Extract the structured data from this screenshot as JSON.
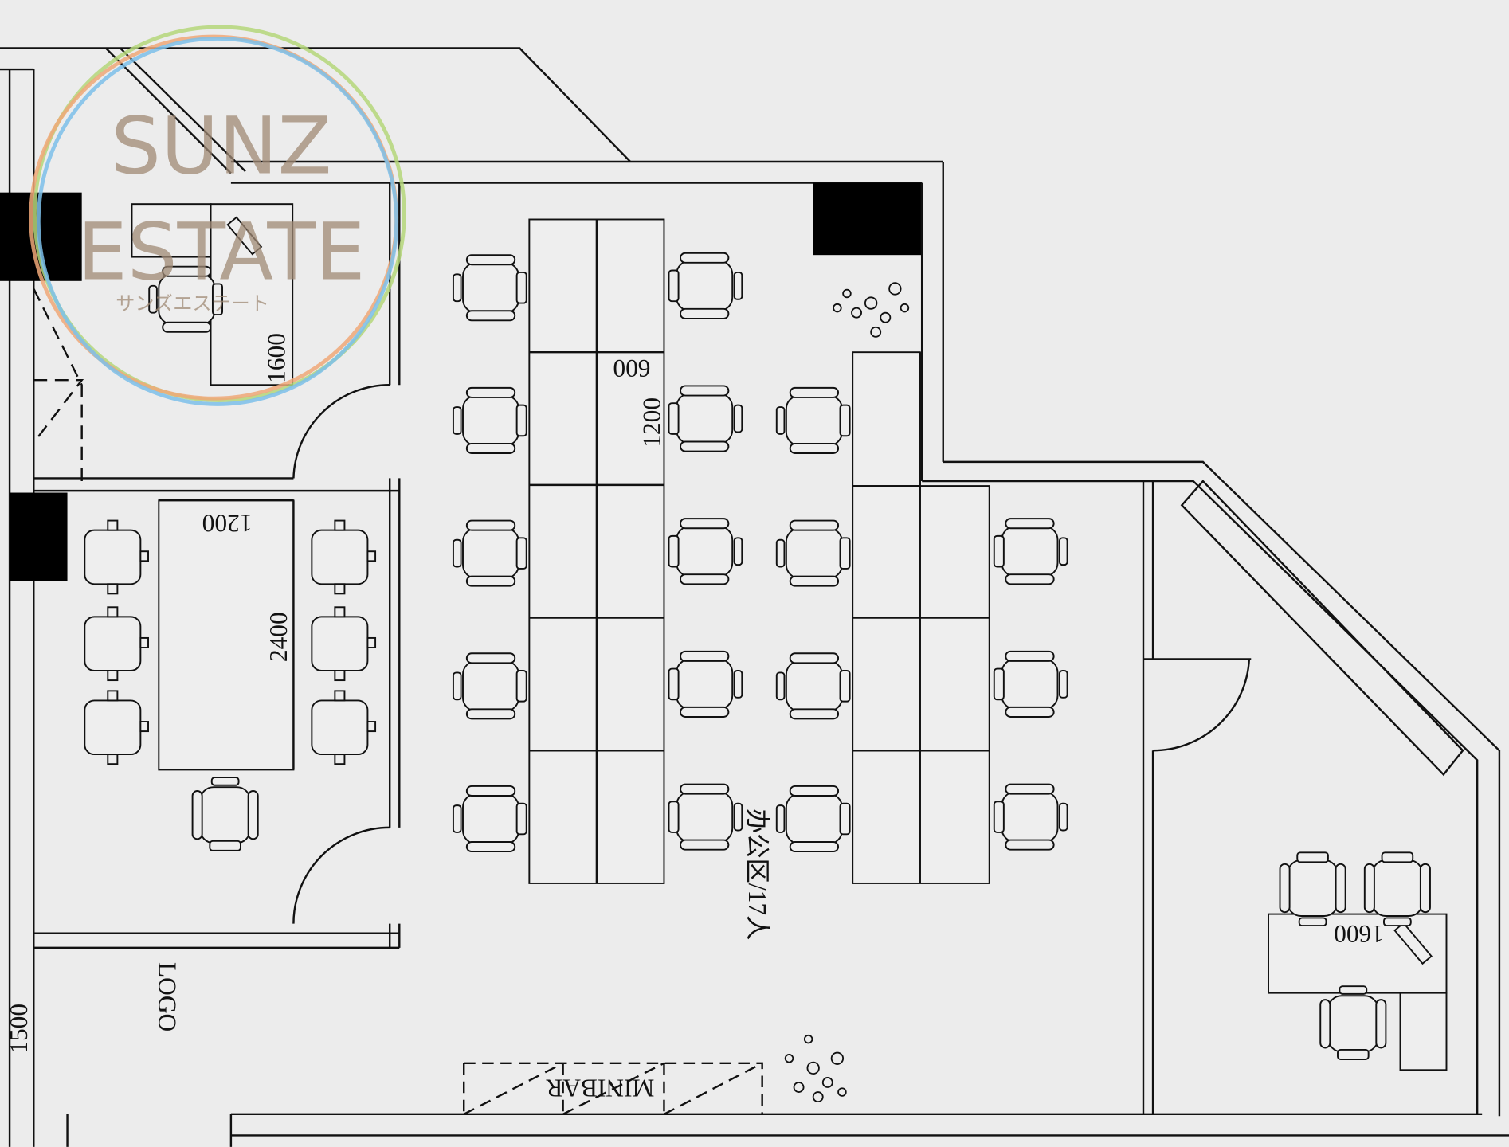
{
  "labels": {
    "ceo_desk_width": "1600",
    "workstation_depth": "600",
    "workstation_width": "1200",
    "meeting_table_width": "1200",
    "meeting_table_length": "2400",
    "office_area": "办公区/17人",
    "logo": "LOGO",
    "entrance_width": "1500",
    "minibar": "MINIBAR",
    "manager_desk_width": "1600"
  },
  "watermark": {
    "line1": "SUNZ",
    "line2": "ESTATE",
    "katakana": "サンズエステート",
    "ring_colors": [
      "#b5d77a",
      "#f0a878",
      "#7cc0ea"
    ]
  }
}
